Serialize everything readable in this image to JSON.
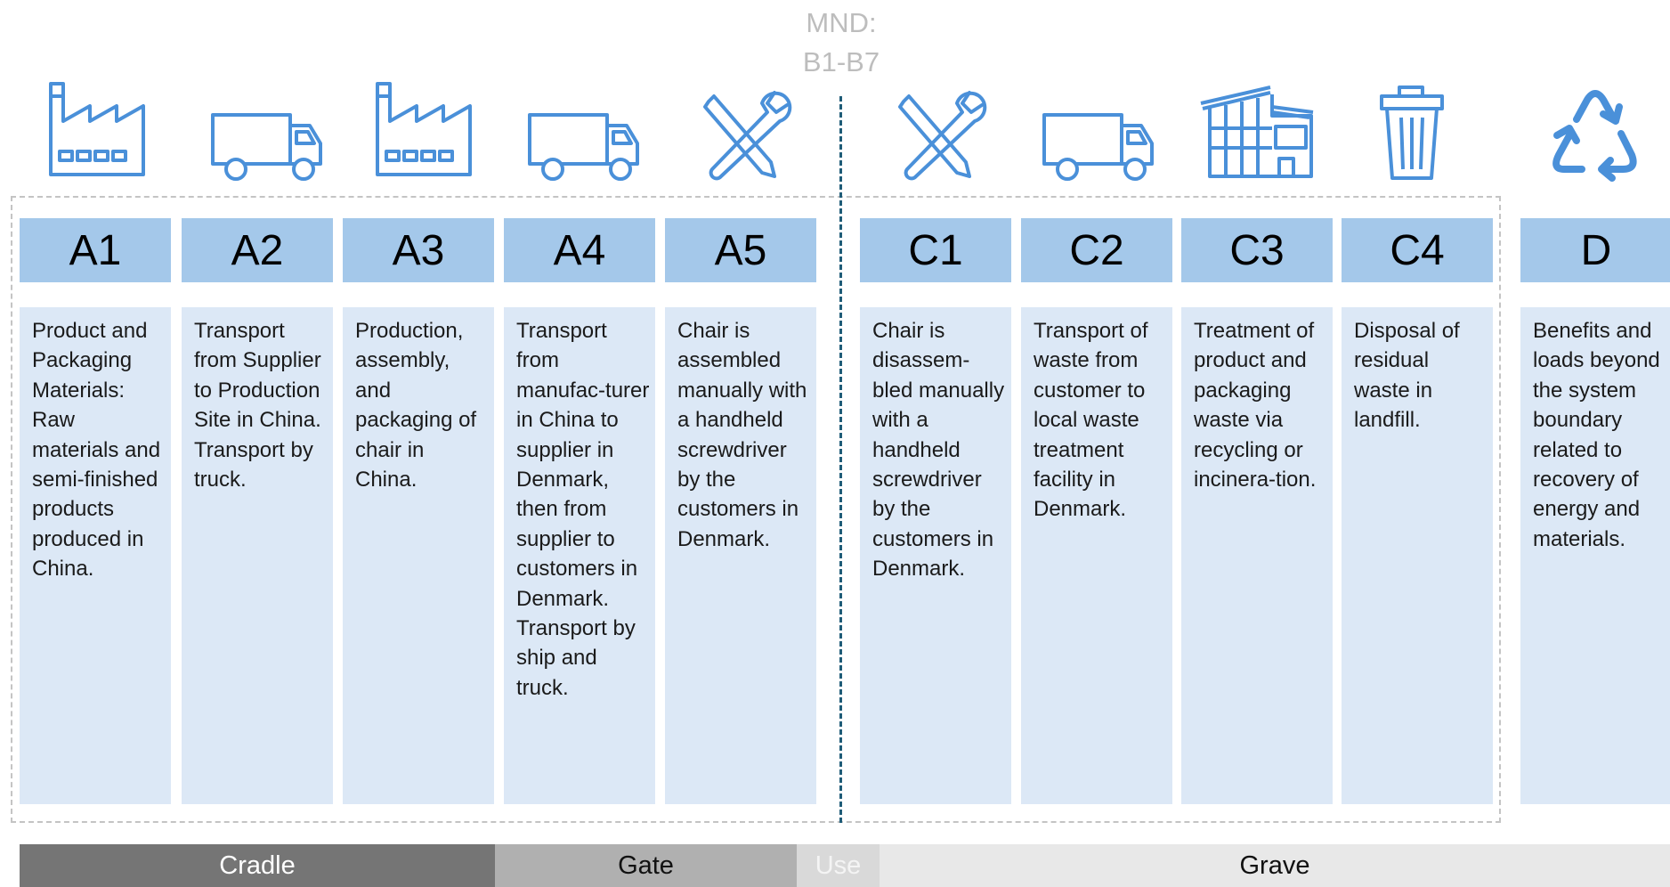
{
  "mnd": {
    "line1": "MND:",
    "line2": "B1-B7"
  },
  "colors": {
    "icon": "#4a90d9",
    "header": "#a4c8ea",
    "body": "#dce8f6",
    "divider": "#1f5c78"
  },
  "modules": [
    {
      "code": "A1",
      "icon": "factory-icon",
      "text": "Product and Packaging Materials: Raw materials and semi-finished products produced in China."
    },
    {
      "code": "A2",
      "icon": "truck-icon",
      "text": "Transport from Supplier to Production Site in China. Transport by truck."
    },
    {
      "code": "A3",
      "icon": "factory-icon",
      "text": "Production, assembly, and packaging of chair in China."
    },
    {
      "code": "A4",
      "icon": "truck-icon",
      "text": "Transport from manufac-turer in China to supplier in Denmark, then from supplier to customers in Denmark. Transport by ship and truck."
    },
    {
      "code": "A5",
      "icon": "tools-icon",
      "text": "Chair is assembled manually with a handheld screwdriver by the customers in Denmark."
    },
    {
      "code": "C1",
      "icon": "tools-icon",
      "text": "Chair is disassem-bled manually with a handheld screwdriver by the customers in Denmark."
    },
    {
      "code": "C2",
      "icon": "truck-icon",
      "text": "Transport of waste from customer to local waste treatment facility in Denmark."
    },
    {
      "code": "C3",
      "icon": "treatment-plant-icon",
      "text": "Treatment of product and packaging waste via recycling or incinera-tion."
    },
    {
      "code": "C4",
      "icon": "trash-bin-icon",
      "text": "Disposal of residual waste in landfill."
    },
    {
      "code": "D",
      "icon": "recycle-icon",
      "text": "Benefits and loads beyond the system boundary related to recovery of energy and materials."
    }
  ],
  "stages": [
    {
      "label": "Cradle",
      "color": "#757575",
      "text_color": "#ffffff"
    },
    {
      "label": "Gate",
      "color": "#b0b0b0",
      "text_color": "#111111"
    },
    {
      "label": "Use",
      "color": "#d9d9d9",
      "text_color": "#f4f4f4"
    },
    {
      "label": "Grave",
      "color": "#e8e8e8",
      "text_color": "#111111"
    }
  ]
}
